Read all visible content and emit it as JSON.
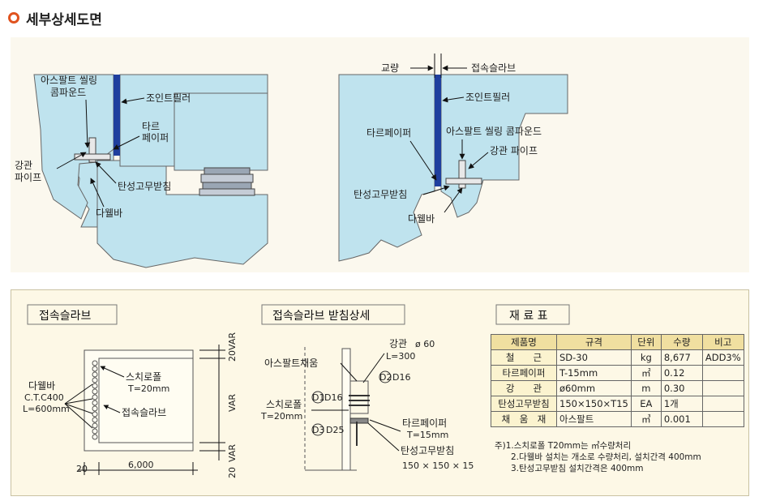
{
  "page_title": "세부상세도면",
  "top_left": {
    "asphalt_sealing": [
      "아스팔트 씰링",
      "콤파운드"
    ],
    "joint_filler": "조인트필러",
    "tar_paper": [
      "타르",
      "페이퍼"
    ],
    "steel_pipe": [
      "강관",
      "파이프"
    ],
    "rubber_bearing": "탄성고무받침",
    "dowel_bar": "다웰바"
  },
  "top_right": {
    "bridge": "교량",
    "approach_slab": "접속슬라브",
    "joint_filler": "조인트필러",
    "tar_paper": "타르페이퍼",
    "asphalt_sealing": "아스팔트 씰링 콤파운드",
    "steel_pipe": "강관 파이프",
    "rubber_bearing": "탄성고무받침",
    "dowel_bar": "다웰바"
  },
  "plan": {
    "header": "접속슬라브",
    "dowel": [
      "다웰바",
      "C.T.C400",
      "L=600mm"
    ],
    "styrofoam": [
      "스치로폴",
      "T=20mm"
    ],
    "slab": "접속슬라브",
    "dim_20_top": "20",
    "dim_var_top": "VAR",
    "dim_var": "VAR",
    "dim_var_bottom": "VAR",
    "dim_20_bottom": "20",
    "dim_20_left": "20",
    "dim_6000": "6,000"
  },
  "bearing": {
    "header": "접속슬라브 받침상세",
    "steel_pipe": [
      "강관",
      "ø 60"
    ],
    "l300": "L=300",
    "asphalt_fill": "아스팔트채움",
    "d1": "D1",
    "d16_1": "D16",
    "d2": "D2",
    "d16_2": "D16",
    "styrofoam": [
      "스치로폴",
      "T=20mm"
    ],
    "d3": "D3",
    "d25": "D25",
    "tar_paper": [
      "타르페이퍼",
      "T=15mm"
    ],
    "rubber_bearing": [
      "탄성고무받침",
      "150 × 150 × 15"
    ]
  },
  "materials": {
    "header": "재 료 표",
    "columns": [
      "제품명",
      "규격",
      "단위",
      "수량",
      "비고"
    ],
    "rows": [
      [
        "철　　근",
        "SD-30",
        "kg",
        "8,677",
        "ADD3%"
      ],
      [
        "타르페이퍼",
        "T-15mm",
        "㎡",
        "0.12",
        ""
      ],
      [
        "강　　관",
        "ø60mm",
        "m",
        "0.30",
        ""
      ],
      [
        "탄성고무받침",
        "150×150×T15",
        "EA",
        "1개",
        ""
      ],
      [
        "채　움　재",
        "아스팔트",
        "㎥",
        "0.001",
        ""
      ]
    ],
    "notes": [
      "주)1.스치로폴 T20mm는 ㎡수량처리",
      "2.다웰바 설치는 개소로 수량처리, 설치간격 400mm",
      "3.탄성고무받침 설치간격은 400mm"
    ]
  },
  "colors": {
    "concrete": "#bfe3ee",
    "filler": "#1f3f9e",
    "accent": "#e0531f"
  }
}
